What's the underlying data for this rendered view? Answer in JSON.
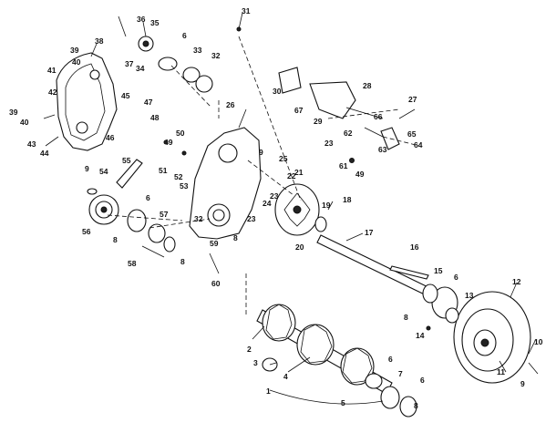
{
  "diagram": {
    "labels": [
      "1",
      "2",
      "3",
      "4",
      "5",
      "6",
      "7",
      "8",
      "9",
      "10",
      "11",
      "12",
      "13",
      "14",
      "15",
      "16",
      "17",
      "18",
      "19",
      "20",
      "21",
      "22",
      "23",
      "24",
      "25",
      "26",
      "27",
      "28",
      "29",
      "30",
      "31",
      "32",
      "33",
      "34",
      "35",
      "36",
      "37",
      "38",
      "39",
      "40",
      "41",
      "42",
      "43",
      "44",
      "45",
      "46",
      "47",
      "48",
      "49",
      "50",
      "51",
      "52",
      "53",
      "54",
      "55",
      "56",
      "57",
      "58",
      "59",
      "60",
      "61",
      "62",
      "63",
      "64",
      "65",
      "66",
      "67"
    ]
  }
}
